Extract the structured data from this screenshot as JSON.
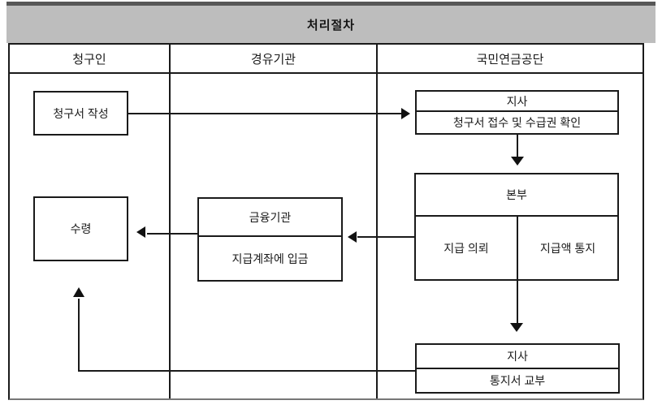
{
  "title": "처리절차",
  "lanes": [
    {
      "id": "claimant",
      "label": "청구인"
    },
    {
      "id": "via_agency",
      "label": "경유기관"
    },
    {
      "id": "nps",
      "label": "국민연금공단"
    }
  ],
  "nodes": {
    "claim_write": {
      "label": "청구서 작성"
    },
    "branch_receive": {
      "title": "지사",
      "detail": "청구서 접수 및 수급권 확인"
    },
    "headquarters": {
      "title": "본부",
      "left_cell": "지급 의뢰",
      "right_cell": "지급액 통지"
    },
    "bank": {
      "title": "금융기관",
      "detail": "지급계좌에 입금"
    },
    "receive": {
      "label": "수령"
    },
    "branch_notice": {
      "title": "지사",
      "detail": "통지서 교부"
    }
  },
  "colors": {
    "band_background": "#bdbdbd",
    "band_top_strip": "#575757",
    "line": "#1a1a1a",
    "background": "#ffffff"
  }
}
